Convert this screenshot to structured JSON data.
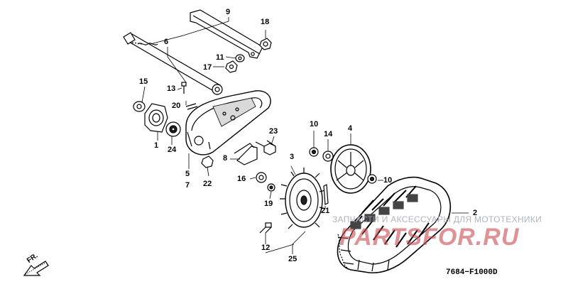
{
  "diagram": {
    "labels": [
      "9",
      "18",
      "6",
      "11",
      "17",
      "15",
      "13",
      "20",
      "1",
      "24",
      "23",
      "10",
      "14",
      "4",
      "8",
      "5",
      "7",
      "22",
      "16",
      "3",
      "19",
      "21",
      "2",
      "12",
      "25"
    ],
    "code": "7684−F1000D",
    "direction": "FR.",
    "watermark_text": "ЗАПЧАСТИ И АКСЕССУАРЫ ДЛЯ МОТОТЕХНИКИ",
    "watermark_logo": "PARTSFOR.RU"
  }
}
